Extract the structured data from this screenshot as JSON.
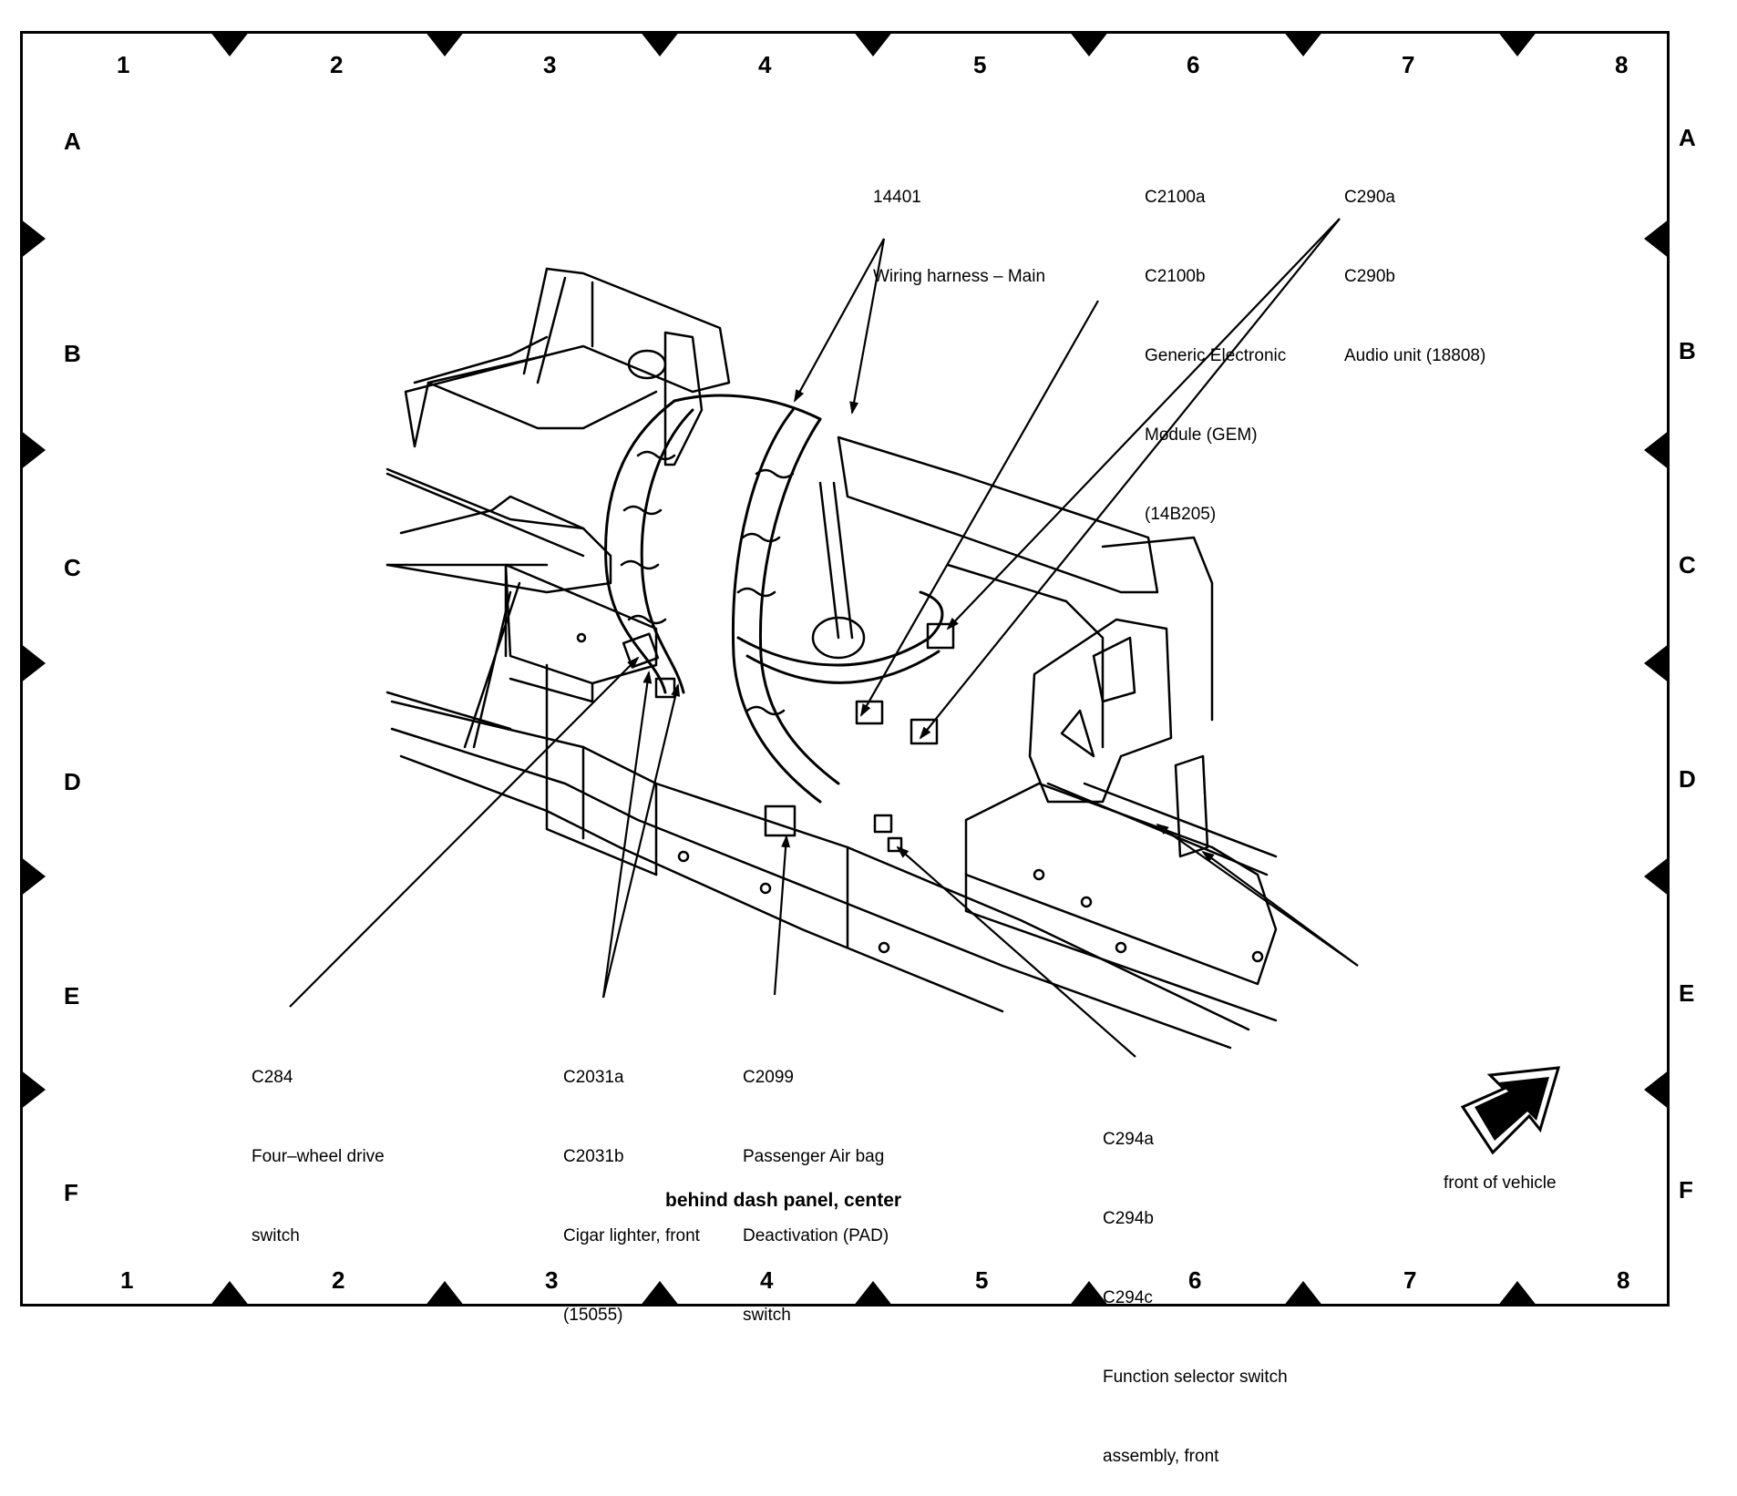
{
  "diagram": {
    "title": "behind dash panel, center",
    "orientation_label": "front of vehicle",
    "grid": {
      "columns": [
        "1",
        "2",
        "3",
        "4",
        "5",
        "6",
        "7",
        "8"
      ],
      "rows": [
        "A",
        "B",
        "C",
        "D",
        "E",
        "F"
      ]
    },
    "callouts": [
      {
        "id": "harness",
        "lines": [
          "14401",
          "Wiring harness – Main"
        ]
      },
      {
        "id": "gem",
        "lines": [
          "C2100a",
          "C2100b",
          "Generic Electronic",
          "Module (GEM)",
          "(14B205)"
        ]
      },
      {
        "id": "audio",
        "lines": [
          "C290a",
          "C290b",
          "Audio unit (18808)"
        ]
      },
      {
        "id": "c284",
        "lines": [
          "C284",
          "Four–wheel drive",
          "switch"
        ]
      },
      {
        "id": "c2031",
        "lines": [
          "C2031a",
          "C2031b",
          "Cigar lighter, front",
          "(15055)"
        ]
      },
      {
        "id": "c2099",
        "lines": [
          "C2099",
          "Passenger Air bag",
          "Deactivation (PAD)",
          "switch"
        ]
      },
      {
        "id": "c294",
        "lines": [
          "C294a",
          "C294b",
          "C294c",
          "Function selector switch",
          "assembly, front"
        ]
      }
    ]
  }
}
